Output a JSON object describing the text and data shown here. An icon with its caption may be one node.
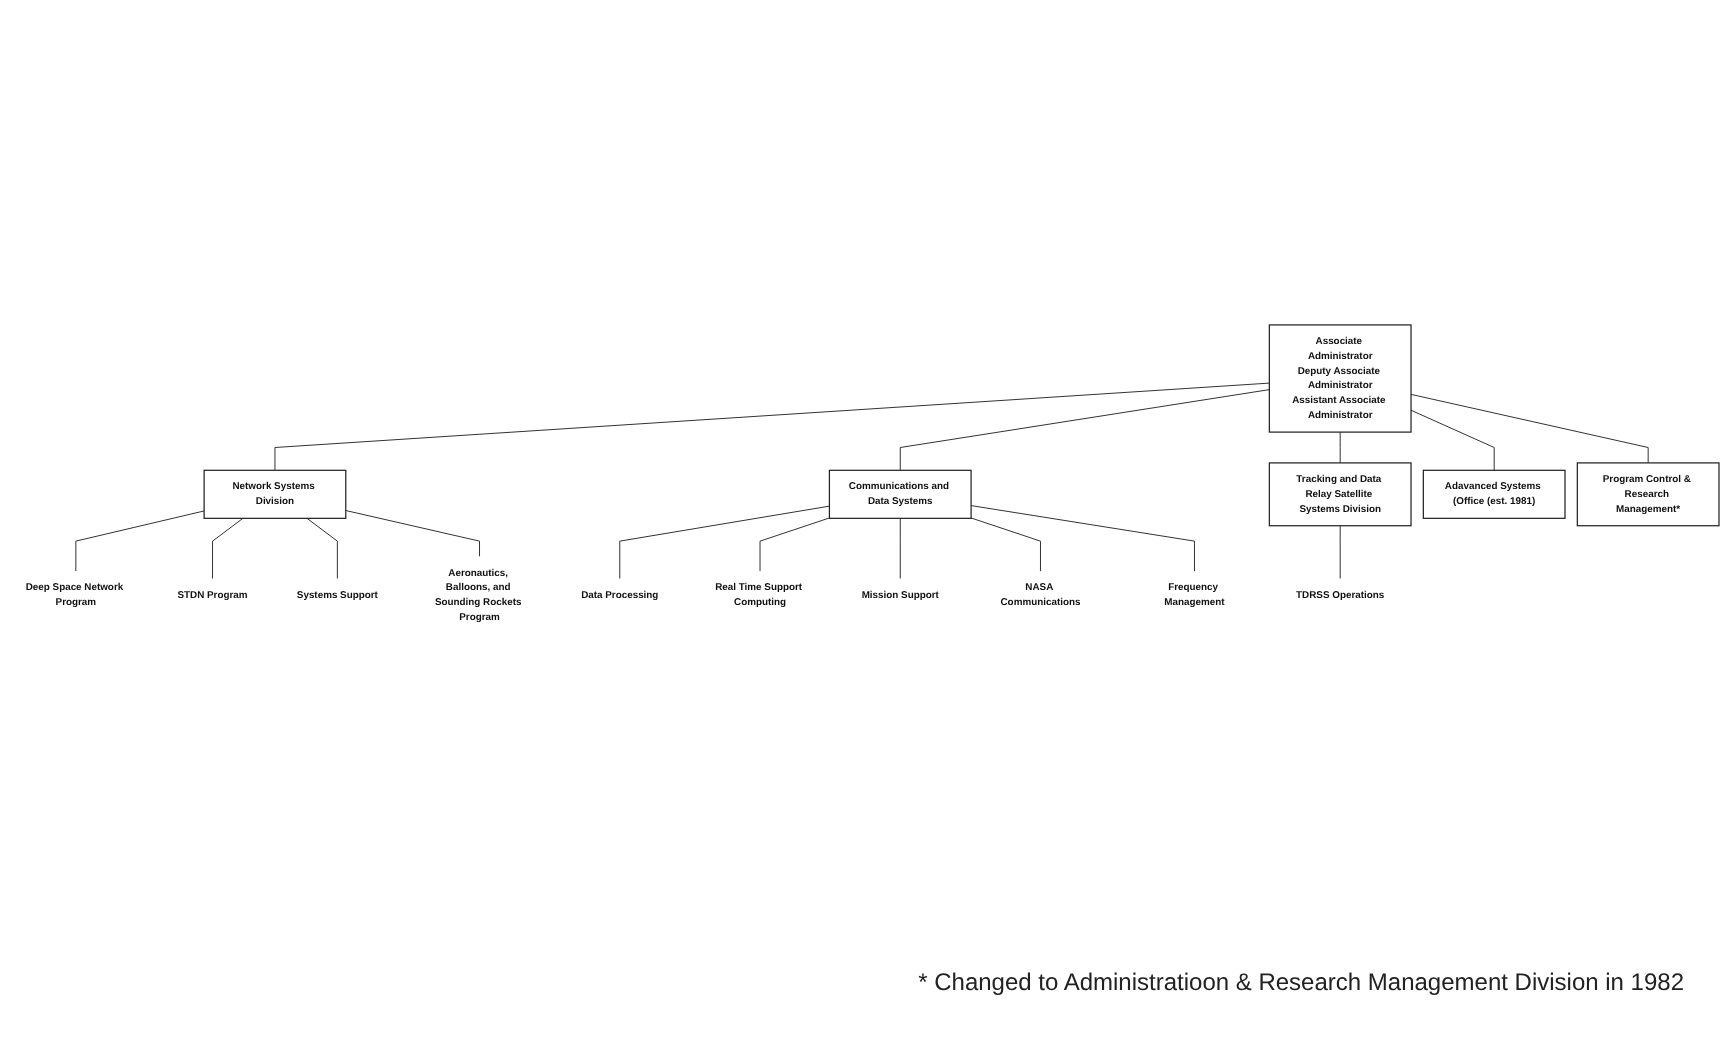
{
  "diagram": {
    "nodes": [
      {
        "text": [
          "Associate Administrator",
          "Deputy Associate Administrator",
          "Assistant Associate Administrator"
        ]
      },
      {
        "text": [
          "Program Control & Research Management*"
        ]
      },
      {
        "text": [
          "Network Systems Division"
        ]
      },
      {
        "text": [
          "Communications and Data Systems"
        ]
      },
      {
        "text": [
          "Tracking and Data Relay Satellite Systems Division"
        ]
      },
      {
        "text": [
          "Adavanced Systems (Office (est. 1981)"
        ]
      },
      {
        "text": [
          "Deep Space Network Program"
        ]
      },
      {
        "text": [
          "STDN Program"
        ]
      },
      {
        "text": [
          "Systems Support"
        ]
      },
      {
        "text": [
          "Aeronautics, Balloons, and Sounding Rockets Program"
        ]
      },
      {
        "text": [
          "Data Processing"
        ]
      },
      {
        "text": [
          "Real Time Support Computing"
        ]
      },
      {
        "text": [
          "Mission Support"
        ]
      },
      {
        "text": [
          "NASA Communications"
        ]
      },
      {
        "text": [
          "Frequency Management"
        ]
      },
      {
        "text": [
          "TDRSS Operations"
        ]
      }
    ],
    "edges": [
      {
        "from": 0,
        "to": 1,
        "arrow": "none"
      },
      {
        "from": 0,
        "to": 2,
        "arrow": "none"
      },
      {
        "from": 0,
        "to": 3,
        "arrow": "none"
      },
      {
        "from": 0,
        "to": 4,
        "arrow": "none"
      },
      {
        "from": 0,
        "to": 5,
        "arrow": "none"
      },
      {
        "from": 2,
        "to": 6,
        "arrow": "none"
      },
      {
        "from": 2,
        "to": 7,
        "arrow": "none"
      },
      {
        "from": 2,
        "to": 8,
        "arrow": "none"
      },
      {
        "from": 2,
        "to": 9,
        "arrow": "none"
      },
      {
        "from": 3,
        "to": 10,
        "arrow": "none"
      },
      {
        "from": 3,
        "to": 11,
        "arrow": "none"
      },
      {
        "from": 3,
        "to": 12,
        "arrow": "none"
      },
      {
        "from": 3,
        "to": 13,
        "arrow": "none"
      },
      {
        "from": 3,
        "to": 14,
        "arrow": "none"
      },
      {
        "from": 4,
        "to": 15,
        "arrow": "none"
      }
    ],
    "labels": [
      "* Changed to Administratioon & Research Management Division in 1982"
    ]
  }
}
